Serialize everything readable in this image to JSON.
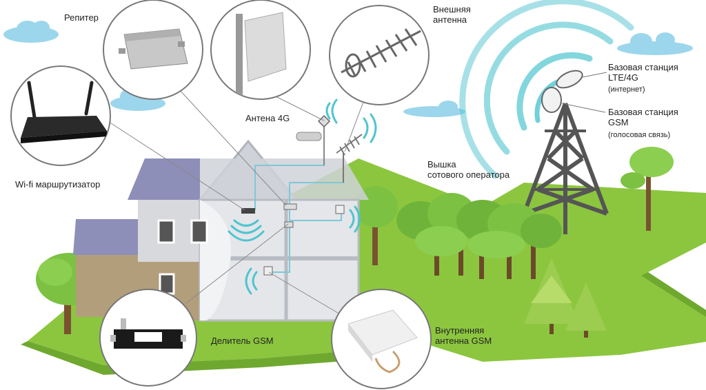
{
  "labels": {
    "repeater": "Репитер",
    "external_antenna": "Внешняя\nантенна",
    "antenna_4g": "Антена 4G",
    "wifi_router": "Wi-fi маршрутизатор",
    "bs_lte_title": "Базовая станция\nLTE/4G",
    "bs_lte_note": "(интернет)",
    "bs_gsm_title": "Базовая станция\nGSM",
    "bs_gsm_note": "(голосовая связь)",
    "tower": "Вышка\nсотового оператора",
    "splitter": "Делитель  GSM",
    "internal_antenna": "Внутренняя\nантенна GSM"
  },
  "colors": {
    "grass": "#8cc63f",
    "grass_dark": "#6fa82f",
    "signal": "#4fc4cf",
    "cable": "#7fc8d8",
    "roof": "#8e8fb8",
    "wall": "#d8d9dd",
    "tower": "#555555",
    "cloud": "#9cd6ec"
  }
}
